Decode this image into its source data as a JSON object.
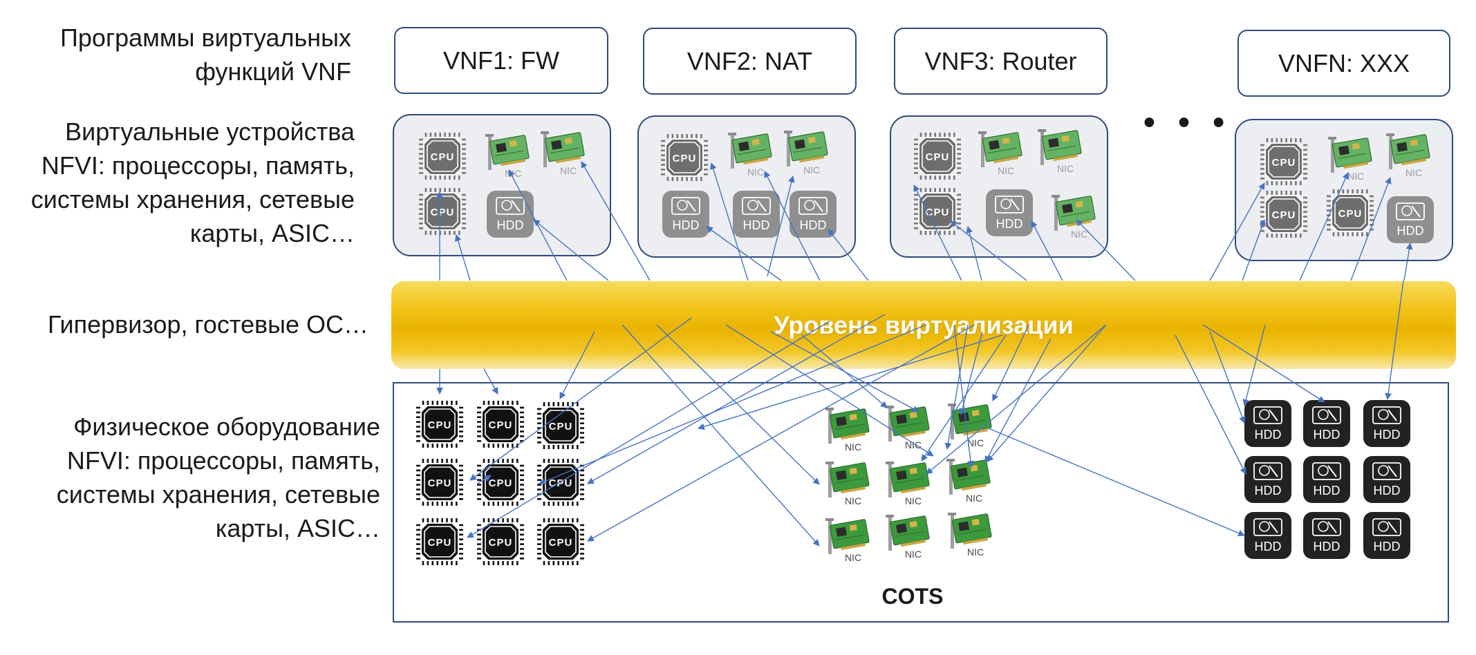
{
  "row_labels": {
    "vnf": [
      "Программы виртуальных",
      "функций VNF"
    ],
    "virtual": [
      "Виртуальные устройства",
      "NFVI: процессоры, память,",
      "системы хранения, сетевые",
      "карты, ASIC…"
    ],
    "hypervisor": [
      "Гипервизор, гостевые ОС…"
    ],
    "physical": [
      "Физическое оборудование",
      "NFVI: процессоры, память,",
      "системы хранения, сетевые",
      "карты, ASIC…"
    ]
  },
  "vnfs": [
    {
      "label": "VNF1: FW"
    },
    {
      "label": "VNF2: NAT"
    },
    {
      "label": "VNF3: Router"
    },
    {
      "label": "VNFN: XXX"
    }
  ],
  "ellipsis": "• • •",
  "virtualization_layer": "Уровень виртуализации",
  "cots_label": "COTS",
  "icon_text": {
    "cpu": "CPU",
    "nic": "NIC",
    "hdd": "HDD"
  },
  "colors": {
    "border": "#2e4a7a",
    "arrow": "#4472c4",
    "virtual_panel": "#edeef2",
    "virtual_chip": "#6e6e6e",
    "physical_chip": "#111111",
    "nic_board": "#3c9a3c",
    "virtualization_band": "#f2c31a"
  },
  "icons": [
    {
      "kind": "cpu",
      "layer": "virtual"
    },
    {
      "kind": "cpu",
      "layer": "virtual"
    },
    {
      "kind": "nic",
      "layer": "virtual"
    },
    {
      "kind": "nic",
      "layer": "virtual"
    },
    {
      "kind": "hdd",
      "layer": "virtual"
    },
    {
      "kind": "cpu",
      "layer": "virtual"
    },
    {
      "kind": "nic",
      "layer": "virtual"
    },
    {
      "kind": "nic",
      "layer": "virtual"
    },
    {
      "kind": "hdd",
      "layer": "virtual"
    },
    {
      "kind": "hdd",
      "layer": "virtual"
    },
    {
      "kind": "hdd",
      "layer": "virtual"
    },
    {
      "kind": "cpu",
      "layer": "virtual"
    },
    {
      "kind": "cpu",
      "layer": "virtual"
    },
    {
      "kind": "nic",
      "layer": "virtual"
    },
    {
      "kind": "nic",
      "layer": "virtual"
    },
    {
      "kind": "hdd",
      "layer": "virtual"
    },
    {
      "kind": "nic",
      "layer": "virtual"
    },
    {
      "kind": "cpu",
      "layer": "virtual"
    },
    {
      "kind": "cpu",
      "layer": "virtual"
    },
    {
      "kind": "cpu",
      "layer": "virtual"
    },
    {
      "kind": "nic",
      "layer": "virtual"
    },
    {
      "kind": "nic",
      "layer": "virtual"
    },
    {
      "kind": "hdd",
      "layer": "virtual"
    },
    {
      "kind": "cpu",
      "layer": "physical"
    },
    {
      "kind": "cpu",
      "layer": "physical"
    },
    {
      "kind": "cpu",
      "layer": "physical"
    },
    {
      "kind": "cpu",
      "layer": "physical"
    },
    {
      "kind": "cpu",
      "layer": "physical"
    },
    {
      "kind": "cpu",
      "layer": "physical"
    },
    {
      "kind": "cpu",
      "layer": "physical"
    },
    {
      "kind": "cpu",
      "layer": "physical"
    },
    {
      "kind": "cpu",
      "layer": "physical"
    },
    {
      "kind": "nic",
      "layer": "physical"
    },
    {
      "kind": "nic",
      "layer": "physical"
    },
    {
      "kind": "nic",
      "layer": "physical"
    },
    {
      "kind": "nic",
      "layer": "physical"
    },
    {
      "kind": "nic",
      "layer": "physical"
    },
    {
      "kind": "nic",
      "layer": "physical"
    },
    {
      "kind": "nic",
      "layer": "physical"
    },
    {
      "kind": "nic",
      "layer": "physical"
    },
    {
      "kind": "nic",
      "layer": "physical"
    },
    {
      "kind": "hdd",
      "layer": "physical"
    },
    {
      "kind": "hdd",
      "layer": "physical"
    },
    {
      "kind": "hdd",
      "layer": "physical"
    },
    {
      "kind": "hdd",
      "layer": "physical"
    },
    {
      "kind": "hdd",
      "layer": "physical"
    },
    {
      "kind": "hdd",
      "layer": "physical"
    },
    {
      "kind": "hdd",
      "layer": "physical"
    },
    {
      "kind": "hdd",
      "layer": "physical"
    },
    {
      "kind": "hdd",
      "layer": "physical"
    }
  ]
}
